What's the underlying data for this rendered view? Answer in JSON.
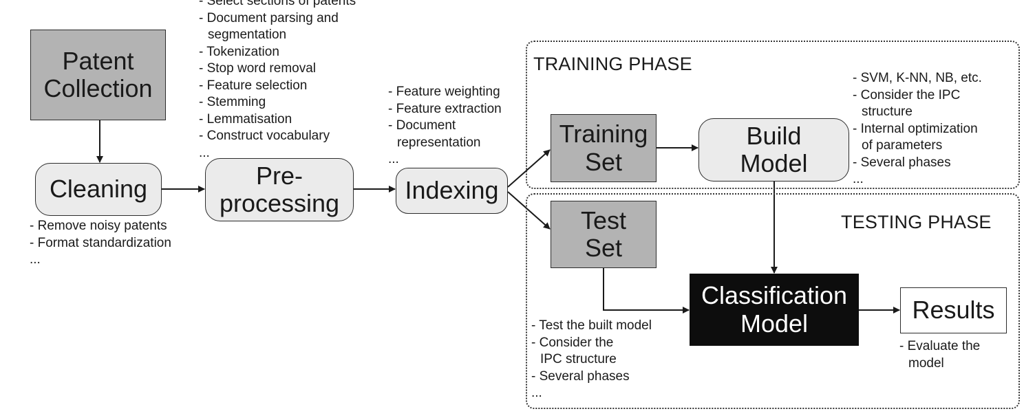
{
  "phases": {
    "training": "TRAINING PHASE",
    "testing": "TESTING PHASE"
  },
  "nodes": {
    "patent_collection": [
      "Patent",
      "Collection"
    ],
    "cleaning": [
      "Cleaning"
    ],
    "preprocessing": [
      "Pre-",
      "processing"
    ],
    "indexing": [
      "Indexing"
    ],
    "training_set": [
      "Training",
      "Set"
    ],
    "build_model": [
      "Build",
      "Model"
    ],
    "test_set": [
      "Test",
      "Set"
    ],
    "classification_model": [
      "Classification",
      "Model"
    ],
    "results": [
      "Results"
    ]
  },
  "notes": {
    "preprocessing": [
      "- Select sections of patents",
      "- Document parsing and",
      "  segmentation",
      "- Tokenization",
      "- Stop word removal",
      "- Feature selection",
      "- Stemming",
      "- Lemmatisation",
      "- Construct vocabulary",
      "..."
    ],
    "cleaning": [
      "- Remove noisy patents",
      "- Format standardization",
      "..."
    ],
    "indexing": [
      "- Feature weighting",
      "- Feature extraction",
      "- Document",
      "  representation",
      "..."
    ],
    "build_model": [
      "- SVM, K-NN, NB, etc.",
      "- Consider the IPC",
      "  structure",
      "- Internal optimization",
      "  of parameters",
      "- Several phases",
      "..."
    ],
    "test_set": [
      "- Test the built model",
      "- Consider the",
      "  IPC structure",
      "- Several phases",
      "..."
    ],
    "results": [
      "- Evaluate the",
      "  model"
    ]
  }
}
